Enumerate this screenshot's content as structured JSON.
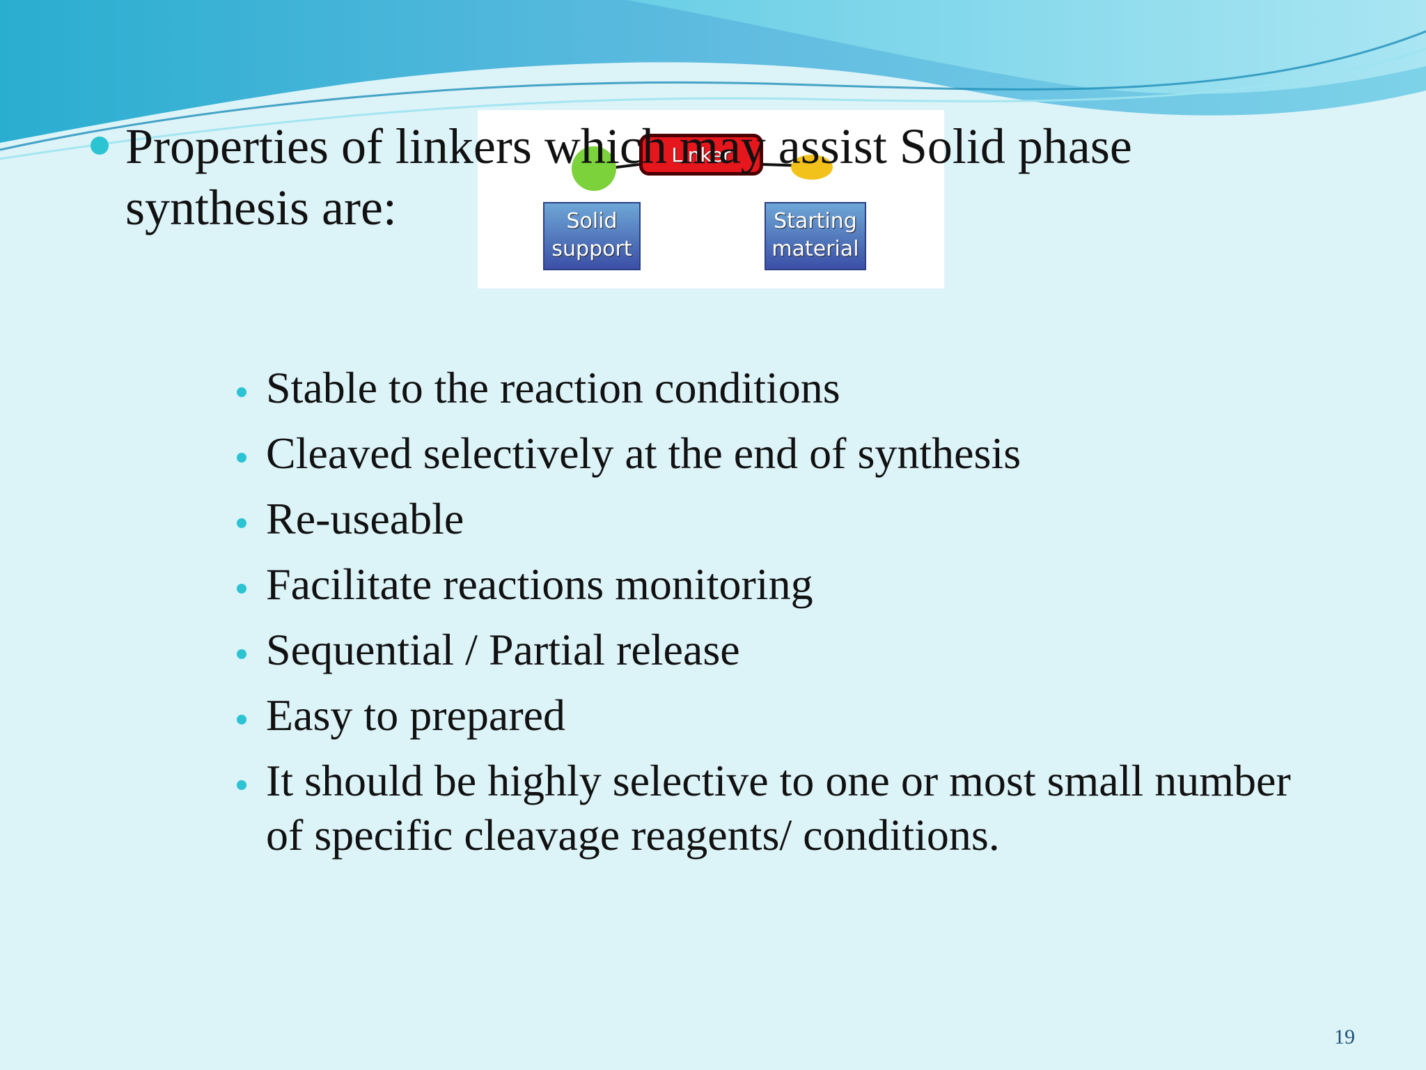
{
  "slide": {
    "main_point": "Properties of linkers which may assist Solid phase synthesis are:",
    "sub_points": [
      "Stable to the reaction conditions",
      "Cleaved selectively at the end of synthesis",
      "Re-useable",
      "Facilitate reactions monitoring",
      "Sequential / Partial release",
      "Easy to prepared",
      "It should be highly selective to one or most small number of specific cleavage reagents/ conditions."
    ],
    "page_number": "19"
  },
  "figure": {
    "linker_label": "Linker",
    "solid_support_label": "Solid\nsupport",
    "starting_material_label": "Starting\nmaterial"
  },
  "colors": {
    "background": "#dcf3f8",
    "bullet": "#2cc3d3",
    "wave_dark": "#4aa7cf",
    "wave_light": "#8bd6ea",
    "linker_red": "#e5161c",
    "box_blue": "#3b4fa6",
    "solid_support_sphere": "#7bd23b",
    "starting_material_sphere": "#f2c21b"
  }
}
